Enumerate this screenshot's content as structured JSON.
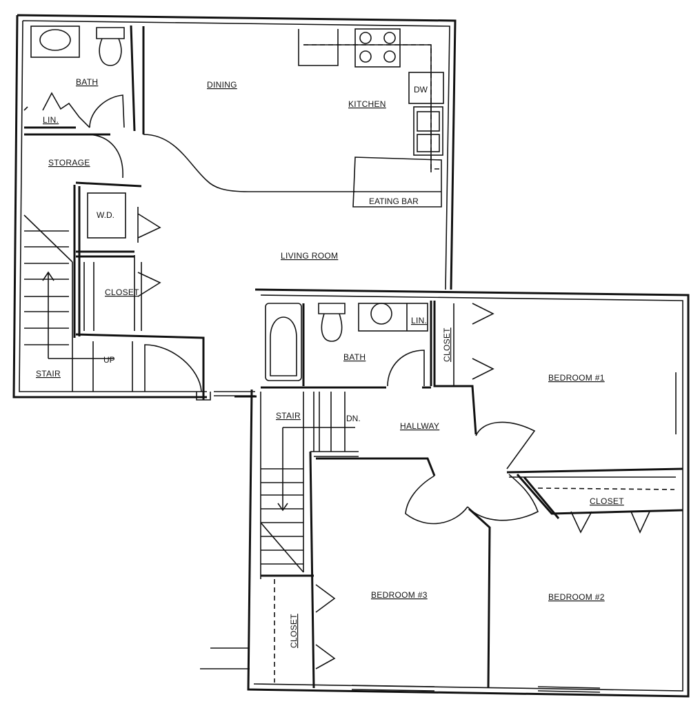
{
  "first_floor": {
    "bath": "BATH",
    "linen": "LIN.",
    "dining": "DINING",
    "kitchen": "KITCHEN",
    "dishwasher": "DW",
    "storage": "STORAGE",
    "eating_bar": "EATING BAR",
    "washer_dryer": "W.D.",
    "living_room": "LIVING ROOM",
    "closet": "CLOSET",
    "stair": "STAIR",
    "up": "UP"
  },
  "second_floor": {
    "linen": "LIN.",
    "bath": "BATH",
    "closet_hall": "CLOSET",
    "bedroom_1": "BEDROOM #1",
    "stair": "STAIR",
    "down": "DN.",
    "hallway": "HALLWAY",
    "closet_bed2": "CLOSET",
    "bedroom_3": "BEDROOM #3",
    "bedroom_2": "BEDROOM #2",
    "closet_bed3": "CLOSET"
  }
}
